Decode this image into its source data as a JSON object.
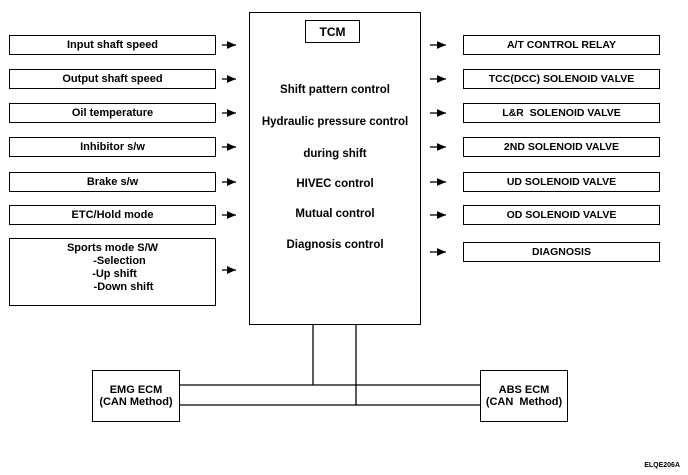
{
  "tcm": {
    "title": "TCM",
    "functions": [
      "Shift pattern control",
      "Hydraulic pressure control",
      "during shift",
      "HIVEC control",
      "Mutual control",
      "Diagnosis control"
    ]
  },
  "inputs": [
    "Input shaft speed",
    "Output shaft speed",
    "Oil temperature",
    "Inhibitor s/w",
    "Brake s/w",
    "ETC/Hold mode"
  ],
  "sports_mode": {
    "title": "Sports mode S/W",
    "items": [
      "-Selection",
      "-Up shift",
      "-Down shift"
    ]
  },
  "outputs": [
    "A/T CONTROL RELAY",
    "TCC(DCC) SOLENOID VALVE",
    "L&R  SOLENOID VALVE",
    "2ND SOLENOID VALVE",
    "UD SOLENOID VALVE",
    "OD SOLENOID VALVE",
    "DIAGNOSIS"
  ],
  "ecm_left": {
    "line1": "EMG ECM",
    "line2": "(CAN Method)"
  },
  "ecm_right": {
    "line1": "ABS ECM",
    "line2": "(CAN  Method)"
  },
  "figure_code": "ELQE206A"
}
